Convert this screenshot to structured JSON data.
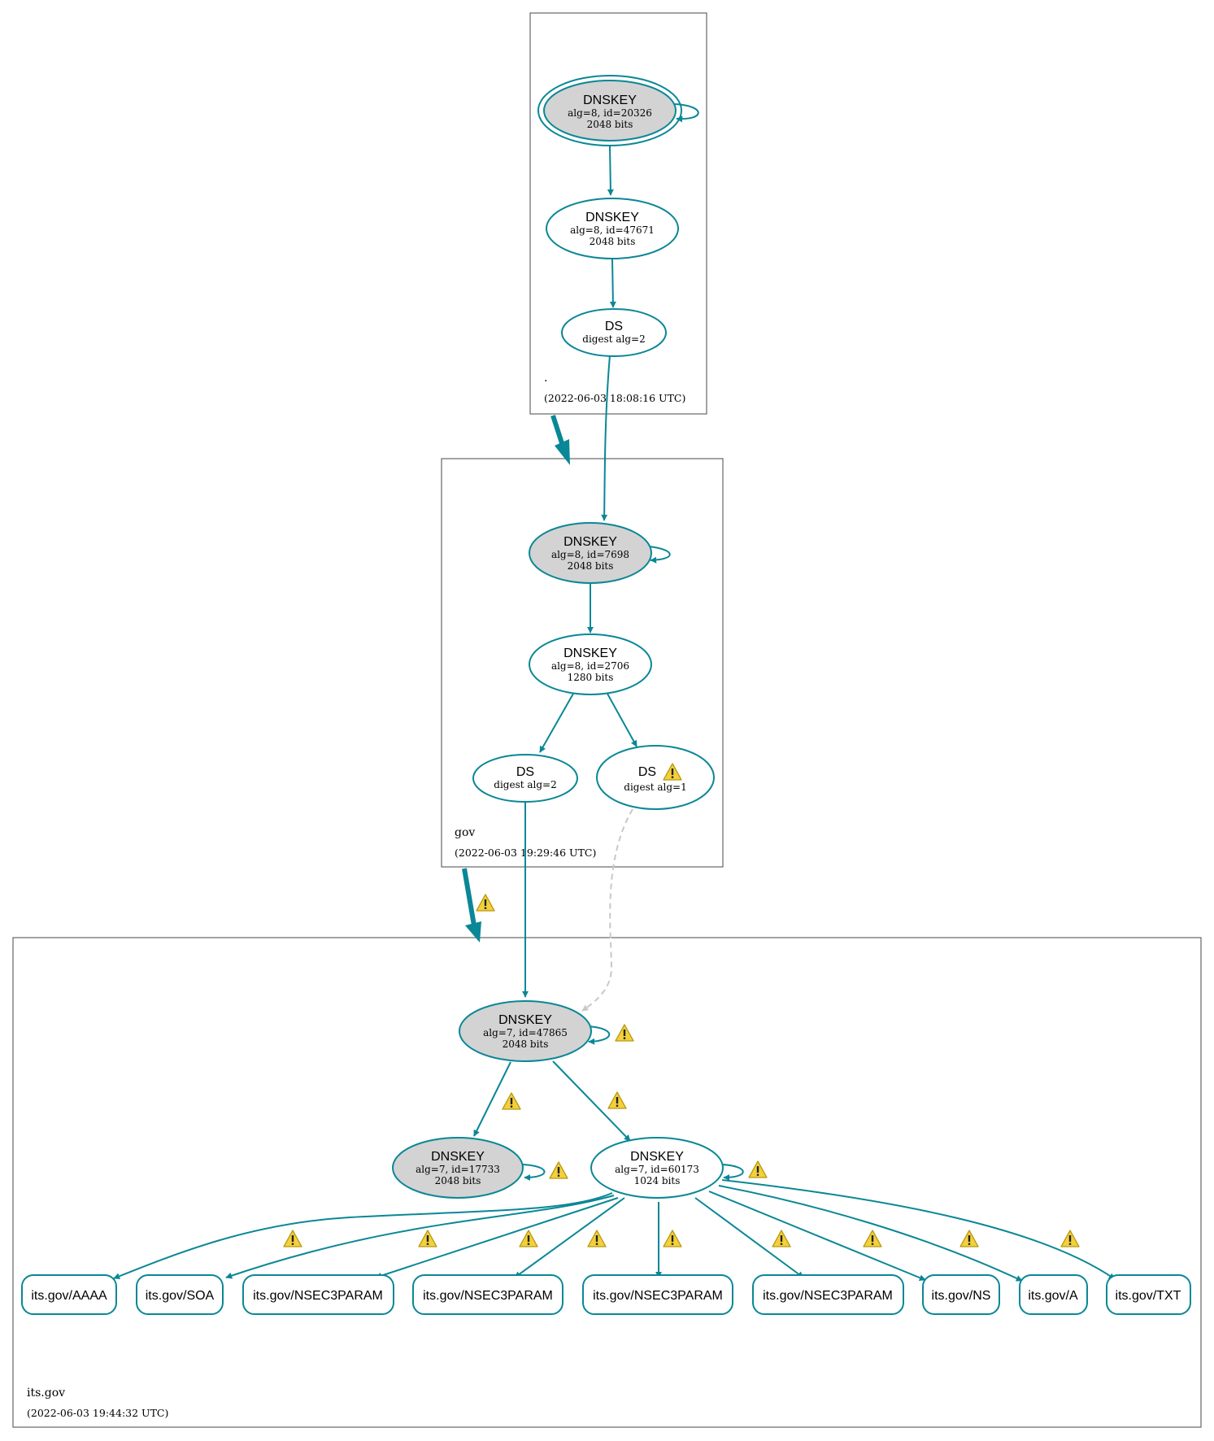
{
  "zones": [
    {
      "id": "root",
      "name": ".",
      "timestamp": "(2022-06-03 18:08:16 UTC)"
    },
    {
      "id": "gov",
      "name": "gov",
      "timestamp": "(2022-06-03 19:29:46 UTC)"
    },
    {
      "id": "itsgov",
      "name": "its.gov",
      "timestamp": "(2022-06-03 19:44:32 UTC)"
    }
  ],
  "nodes": {
    "root_ksk": {
      "title": "DNSKEY",
      "line1": "alg=8, id=20326",
      "line2": "2048 bits"
    },
    "root_zsk": {
      "title": "DNSKEY",
      "line1": "alg=8, id=47671",
      "line2": "2048 bits"
    },
    "root_ds": {
      "title": "DS",
      "line1": "digest alg=2"
    },
    "gov_ksk": {
      "title": "DNSKEY",
      "line1": "alg=8, id=7698",
      "line2": "2048 bits"
    },
    "gov_zsk": {
      "title": "DNSKEY",
      "line1": "alg=8, id=2706",
      "line2": "1280 bits"
    },
    "gov_ds2": {
      "title": "DS",
      "line1": "digest alg=2"
    },
    "gov_ds1": {
      "title": "DS",
      "line1": "digest alg=1"
    },
    "its_ksk": {
      "title": "DNSKEY",
      "line1": "alg=7, id=47865",
      "line2": "2048 bits"
    },
    "its_ksk2": {
      "title": "DNSKEY",
      "line1": "alg=7, id=17733",
      "line2": "2048 bits"
    },
    "its_zsk": {
      "title": "DNSKEY",
      "line1": "alg=7, id=60173",
      "line2": "1024 bits"
    }
  },
  "rrsets": [
    "its.gov/AAAA",
    "its.gov/SOA",
    "its.gov/NSEC3PARAM",
    "its.gov/NSEC3PARAM",
    "its.gov/NSEC3PARAM",
    "its.gov/NSEC3PARAM",
    "its.gov/NS",
    "its.gov/A",
    "its.gov/TXT"
  ],
  "colors": {
    "edge": "#0a8796",
    "key_fill_sep": "#d3d3d3",
    "zone_border": "#666666",
    "insecure_edge": "#c8c8c8",
    "warning_fill": "#f3d03c"
  },
  "icons": {
    "warning": "warning-icon"
  }
}
